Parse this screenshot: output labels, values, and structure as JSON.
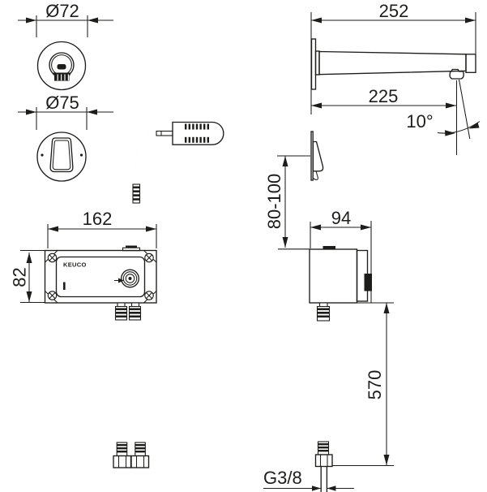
{
  "drawing": {
    "title_brand": "KEUCO",
    "colors": {
      "line": "#1d1d1b",
      "background": "#ffffff"
    },
    "dims": {
      "spout_escutcheon_diameter": "Ø72",
      "sensor_escutcheon_diameter": "Ø75",
      "spout_total_length": "252",
      "spout_aerator_length": "225",
      "spray_angle": "10°",
      "sensor_mount_height": "80-100",
      "control_width": "162",
      "control_height": "82",
      "control_depth": "94",
      "hose_length": "570",
      "thread": "G3/8"
    }
  }
}
